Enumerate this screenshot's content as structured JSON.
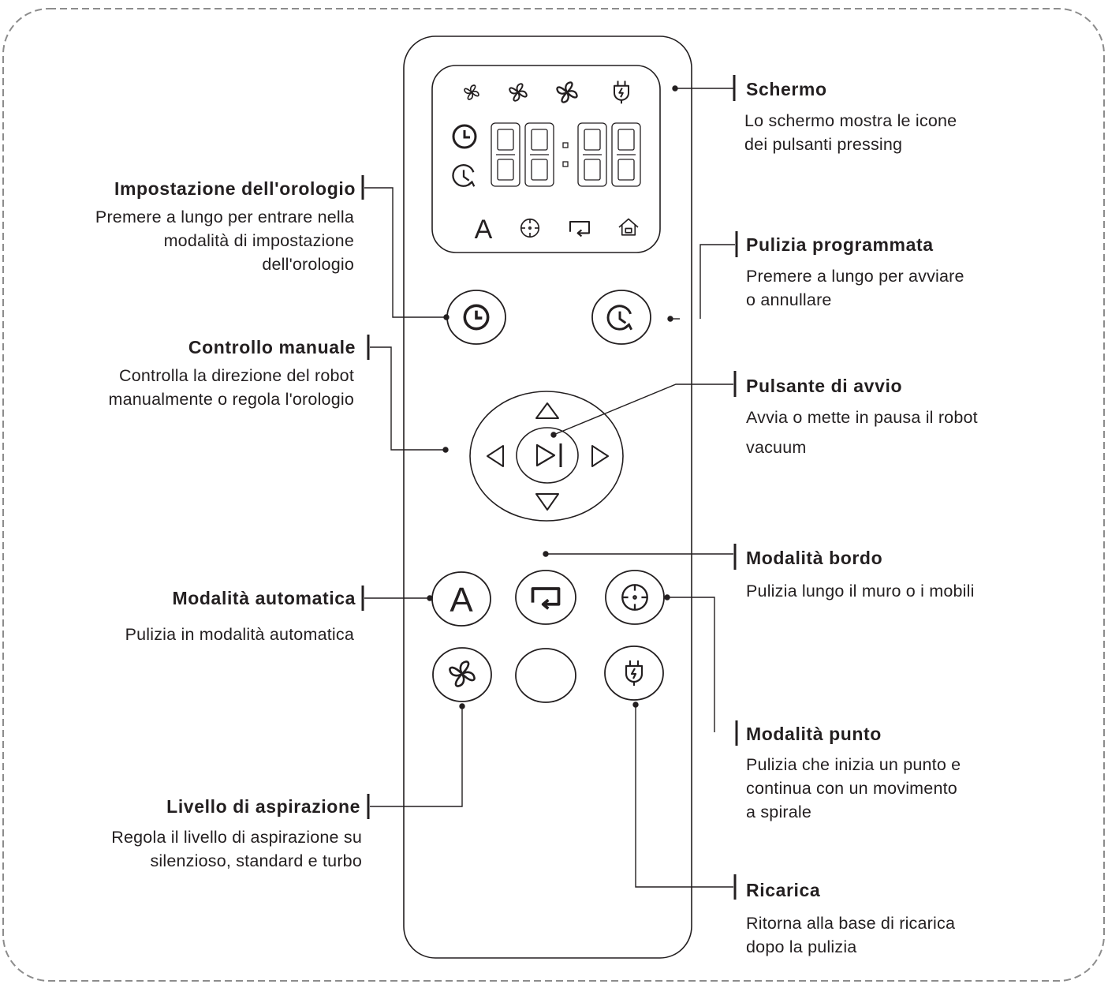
{
  "display": {
    "fan_levels": [
      "fan-low-icon",
      "fan-medium-icon",
      "fan-high-icon"
    ],
    "digits": "88:88",
    "mode_letter": "A"
  },
  "buttons": {
    "auto_letter": "A"
  },
  "labels": {
    "schermo": {
      "title": "Schermo",
      "desc": "Lo schermo mostra le icone\ndei pulsanti pressing"
    },
    "orologio": {
      "title": "Impostazione dell'orologio",
      "desc": "Premere a lungo per entrare nella\nmodalità di impostazione\ndell'orologio"
    },
    "programmata": {
      "title": "Pulizia programmata",
      "desc": "Premere a lungo per avviare\no annullare"
    },
    "manuale": {
      "title": "Controllo manuale",
      "desc": "Controlla la direzione del robot\nmanualmente o regola l'orologio"
    },
    "avvio": {
      "title": "Pulsante di avvio",
      "desc": "Avvia o mette in pausa il robot\nvacuum"
    },
    "bordo": {
      "title": "Modalità bordo",
      "desc": "Pulizia lungo il muro o i mobili"
    },
    "automatica": {
      "title": "Modalità automatica",
      "desc": "Pulizia in modalità automatica"
    },
    "punto": {
      "title": "Modalità punto",
      "desc": "Pulizia che inizia un punto e\ncontinua con un movimento\na spirale"
    },
    "aspirazione": {
      "title": "Livello di aspirazione",
      "desc": "Regola il livello di aspirazione su\nsilenzioso, standard e turbo"
    },
    "ricarica": {
      "title": "Ricarica",
      "desc": "Ritorna alla base di ricarica\ndopo la pulizia"
    }
  }
}
